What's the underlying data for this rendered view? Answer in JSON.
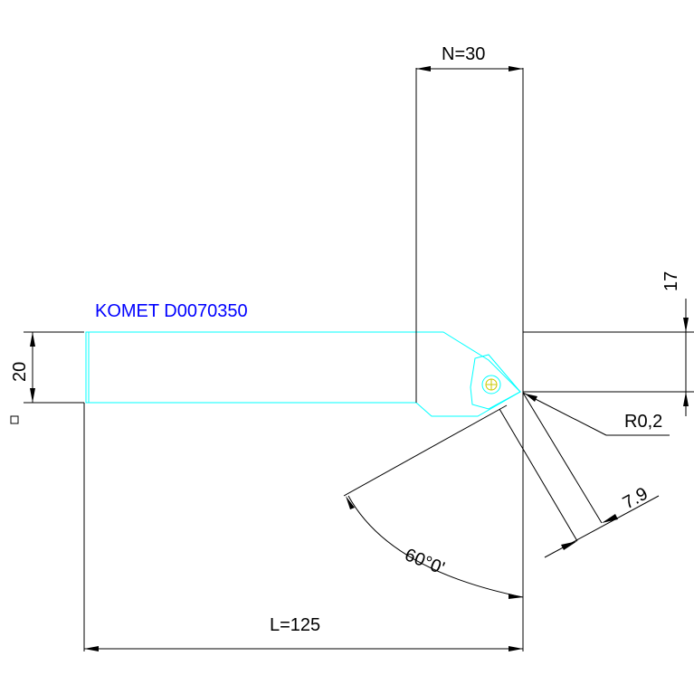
{
  "title": "KOMET D0070350",
  "dimensions": {
    "n": "N=30",
    "height": "17",
    "shank": "20",
    "radius": "R0,2",
    "width": "7.9",
    "angle": "60°0'",
    "length": "L=125"
  },
  "colors": {
    "title": "#0000ff",
    "tool_outline": "#00ffff",
    "insert_center": "#c8c800",
    "dim_lines": "#000000"
  }
}
